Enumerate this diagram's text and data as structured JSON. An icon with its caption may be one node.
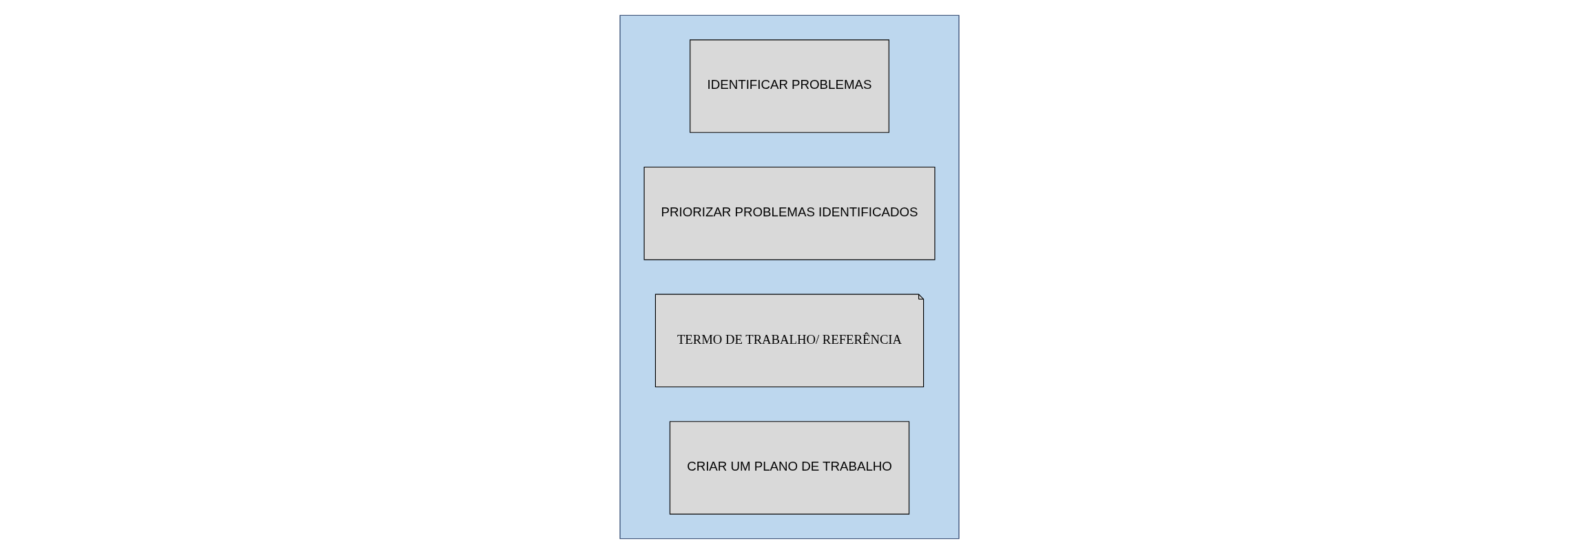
{
  "diagram": {
    "nodes": [
      {
        "text": [],
        "shape": "arrow"
      },
      {
        "text": [
          "IDENTIFICAR PROBLEMAS"
        ],
        "in": 0
      },
      {
        "text": [
          "PRIORIZAR PROBLEMAS IDENTIFICADOS"
        ],
        "in": 0
      },
      {
        "text": [
          "TERMO DE TRABALHO/ REFERÊNCIA"
        ],
        "in": 0
      },
      {
        "text": [
          "CRIAR UM PLANO DE TRABALHO"
        ],
        "in": 0
      }
    ],
    "edges": []
  }
}
